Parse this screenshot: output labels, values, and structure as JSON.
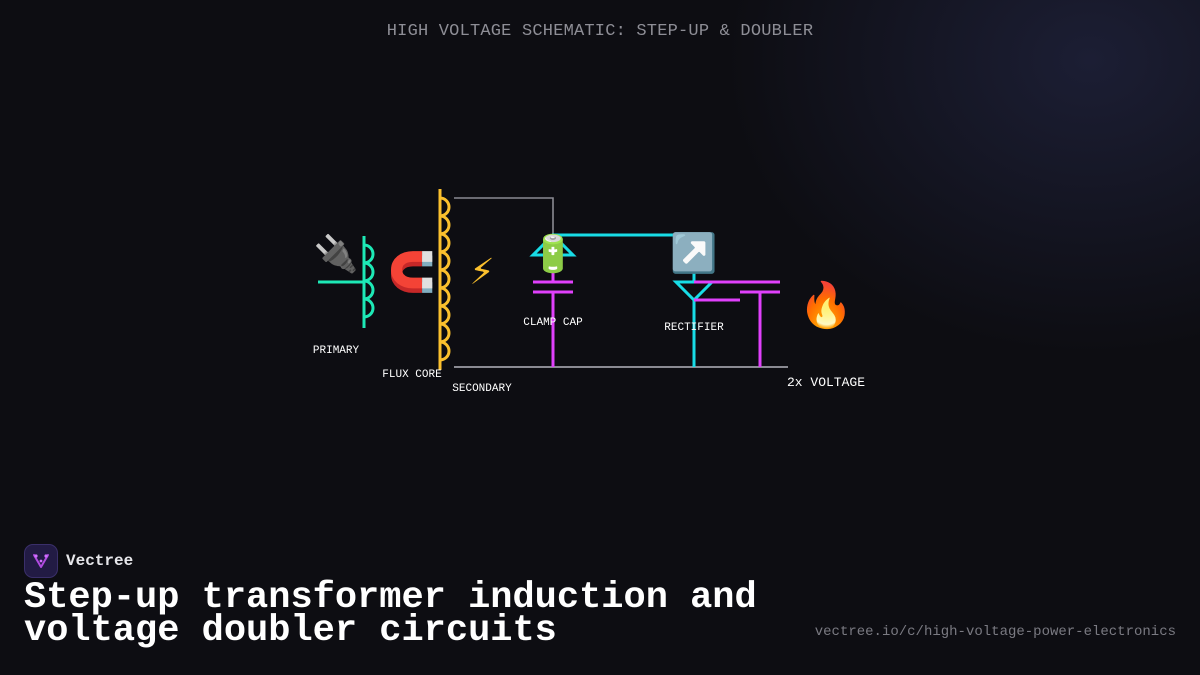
{
  "diagram": {
    "title": "HIGH VOLTAGE SCHEMATIC: STEP-UP & DOUBLER",
    "labels": {
      "primary": "PRIMARY",
      "flux_core": "FLUX CORE",
      "secondary": "SECONDARY",
      "clamp_cap": "CLAMP CAP",
      "rectifier": "RECTIFIER",
      "output": "2x VOLTAGE"
    },
    "icons": {
      "primary": "🔌",
      "flux_core": "🧲",
      "secondary": "⚡",
      "clamp_cap": "🔋",
      "rectifier": "↗️",
      "output": "🔥"
    },
    "colors": {
      "primary_coil": "#1de9b6",
      "secondary_coil": "#fbc02d",
      "capacitor": "#e040fb",
      "diode": "#18dce6",
      "wire": "#8a8a92"
    }
  },
  "footer": {
    "brand": "Vectree",
    "headline": "Step-up transformer induction and voltage doubler circuits",
    "url": "vectree.io/c/high-voltage-power-electronics"
  }
}
